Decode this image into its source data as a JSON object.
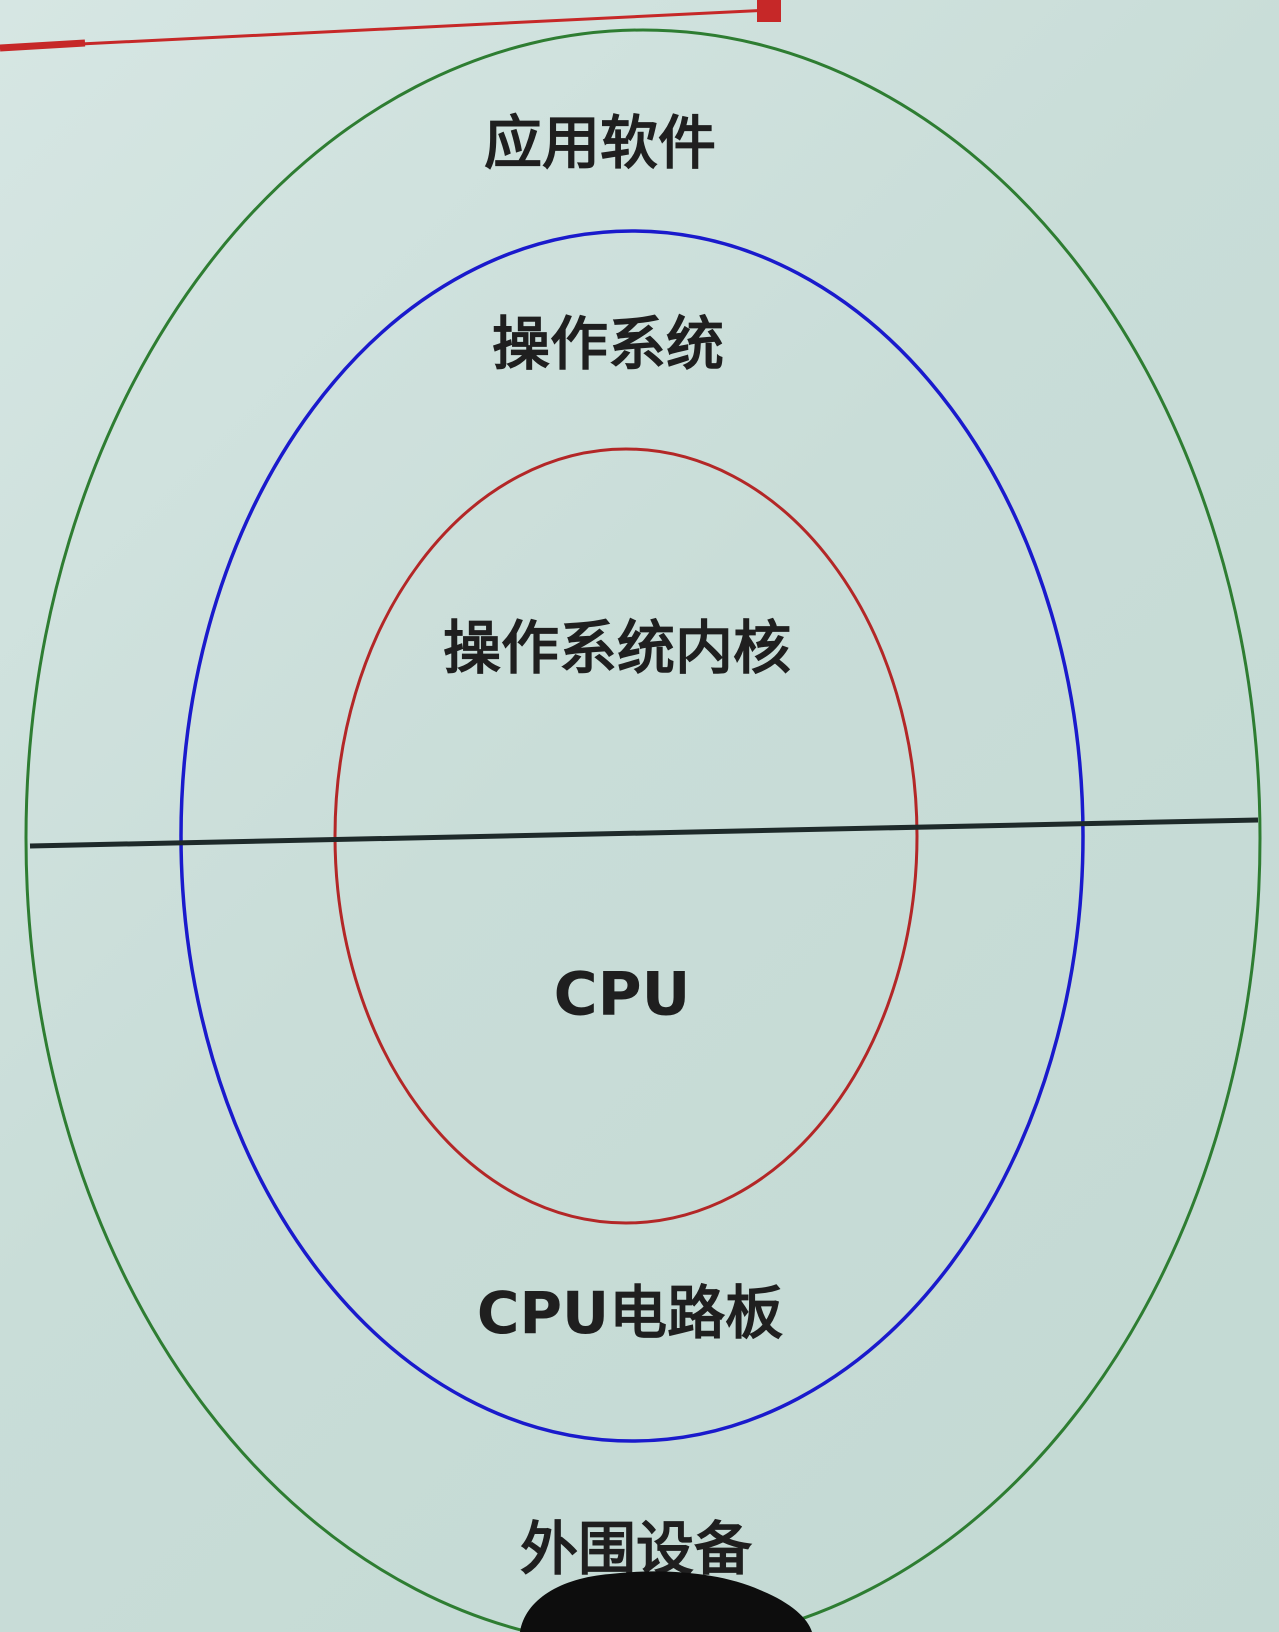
{
  "diagram": {
    "layers": {
      "outer_top": "应用软件",
      "middle_top": "操作系统",
      "inner_top": "操作系统内核",
      "inner_bottom": "CPU",
      "middle_bottom": "CPU电路板",
      "outer_bottom": "外围设备"
    },
    "colors": {
      "outer_ring": "#2e7d32",
      "middle_ring": "#1a1acc",
      "inner_ring": "#b32727",
      "divider": "#1e2a2a",
      "top_pointer": "#c62828",
      "text": "#1f1f1f",
      "background": "#cfe1dd"
    }
  }
}
